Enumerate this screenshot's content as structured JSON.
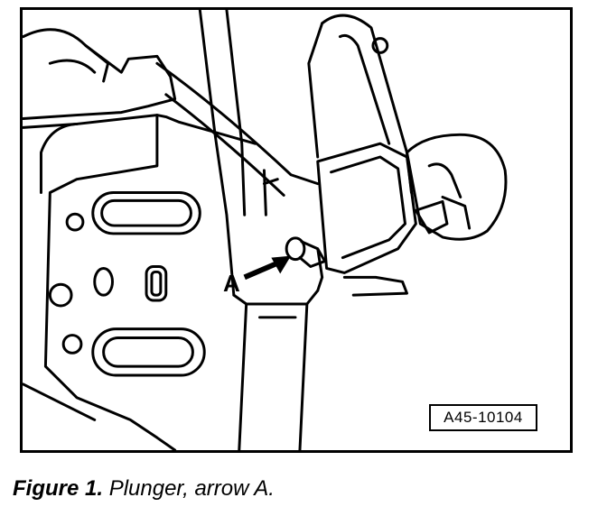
{
  "figure": {
    "callout_label": "A",
    "image_id": "A45-10104"
  },
  "caption": {
    "label": "Figure 1.",
    "text": "Plunger, arrow A."
  },
  "colors": {
    "ink": "#000000",
    "paper": "#ffffff"
  }
}
